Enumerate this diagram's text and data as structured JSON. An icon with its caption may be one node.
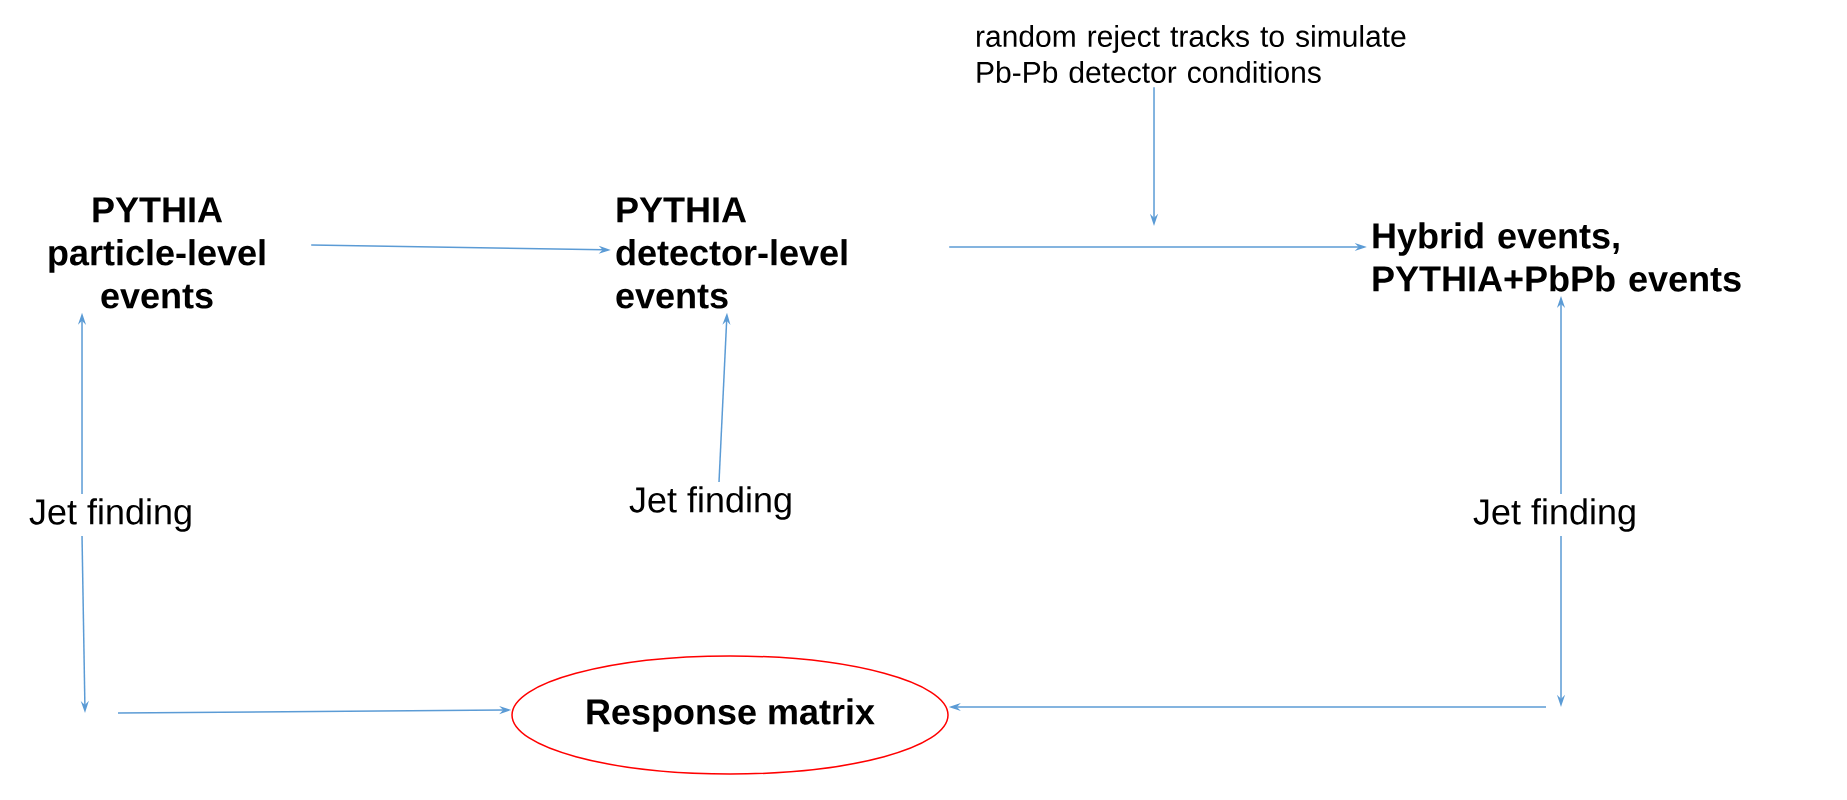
{
  "diagram": {
    "nodes": [
      {
        "text": [
          "PYTHIA particle-level events"
        ]
      },
      {
        "text": [
          "PYTHIA detector-level events"
        ]
      },
      {
        "text": [
          "Hybrid events, PYTHIA+PbPb events"
        ]
      },
      {
        "text": [
          "random reject tracks to simulate Pb-Pb detector conditions"
        ]
      },
      {
        "text": [
          "Jet finding"
        ]
      },
      {
        "text": [
          "Jet finding"
        ]
      },
      {
        "text": [
          "Jet finding"
        ]
      },
      {
        "text": [
          "Response matrix"
        ]
      }
    ],
    "edges": [
      {
        "from": 0,
        "to": 1,
        "arrow": "to"
      },
      {
        "from": 1,
        "to": 2,
        "arrow": "to"
      },
      {
        "from": 3,
        "to": null,
        "arrow": "to"
      },
      {
        "from": 4,
        "to": 0,
        "arrow": "to"
      },
      {
        "from": 5,
        "to": 1,
        "arrow": "to"
      },
      {
        "from": 6,
        "to": 2,
        "arrow": "to"
      },
      {
        "from": 4,
        "to": null,
        "arrow": "to"
      },
      {
        "from": null,
        "to": 7,
        "arrow": "to"
      },
      {
        "from": 6,
        "to": null,
        "arrow": "to"
      },
      {
        "from": null,
        "to": 7,
        "arrow": "to"
      }
    ]
  }
}
